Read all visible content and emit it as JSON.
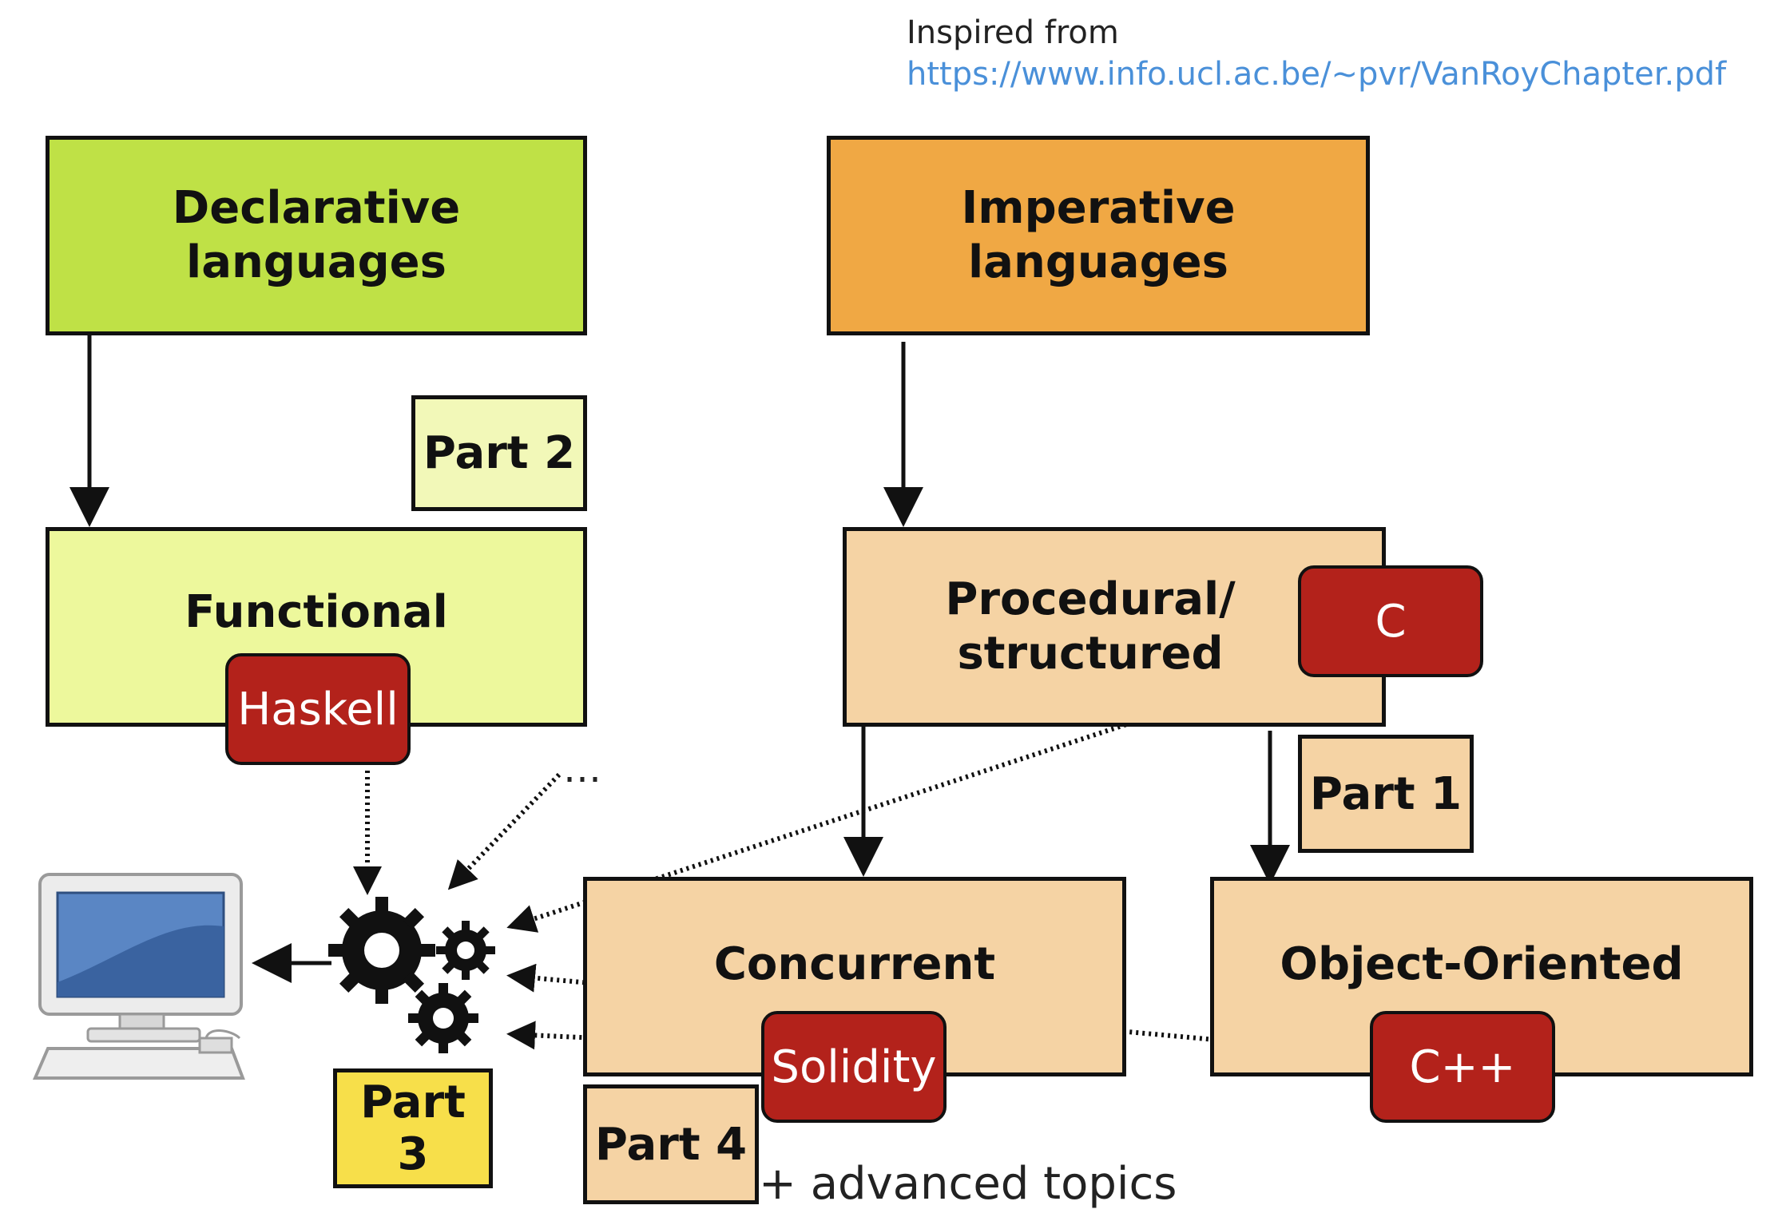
{
  "credit": {
    "text": "Inspired from",
    "link": "https://www.info.ucl.ac.be/~pvr/VanRoyChapter.pdf"
  },
  "boxes": {
    "declarative": "Declarative\nlanguages",
    "imperative": "Imperative\nlanguages",
    "functional": "Functional",
    "procedural": "Procedural/\nstructured",
    "concurrent": "Concurrent",
    "object_oriented": "Object-Oriented"
  },
  "parts": {
    "part1": "Part 1",
    "part2": "Part 2",
    "part3": "Part 3",
    "part4": "Part 4"
  },
  "languages": {
    "haskell": "Haskell",
    "c": "C",
    "solidity": "Solidity",
    "cpp": "C++"
  },
  "ellipsis": "…",
  "advanced": "+ advanced topics",
  "colors": {
    "declarative": "#bfe146",
    "functional": "#edf89c",
    "imperative": "#f0a844",
    "imperative_family": "#f5d3a4",
    "part_light": "#f2f8b8",
    "part3": "#f7df4a",
    "language_badge": "#b3221b"
  },
  "icons": [
    "gears-icon",
    "computer-icon",
    "arrow-icon"
  ]
}
